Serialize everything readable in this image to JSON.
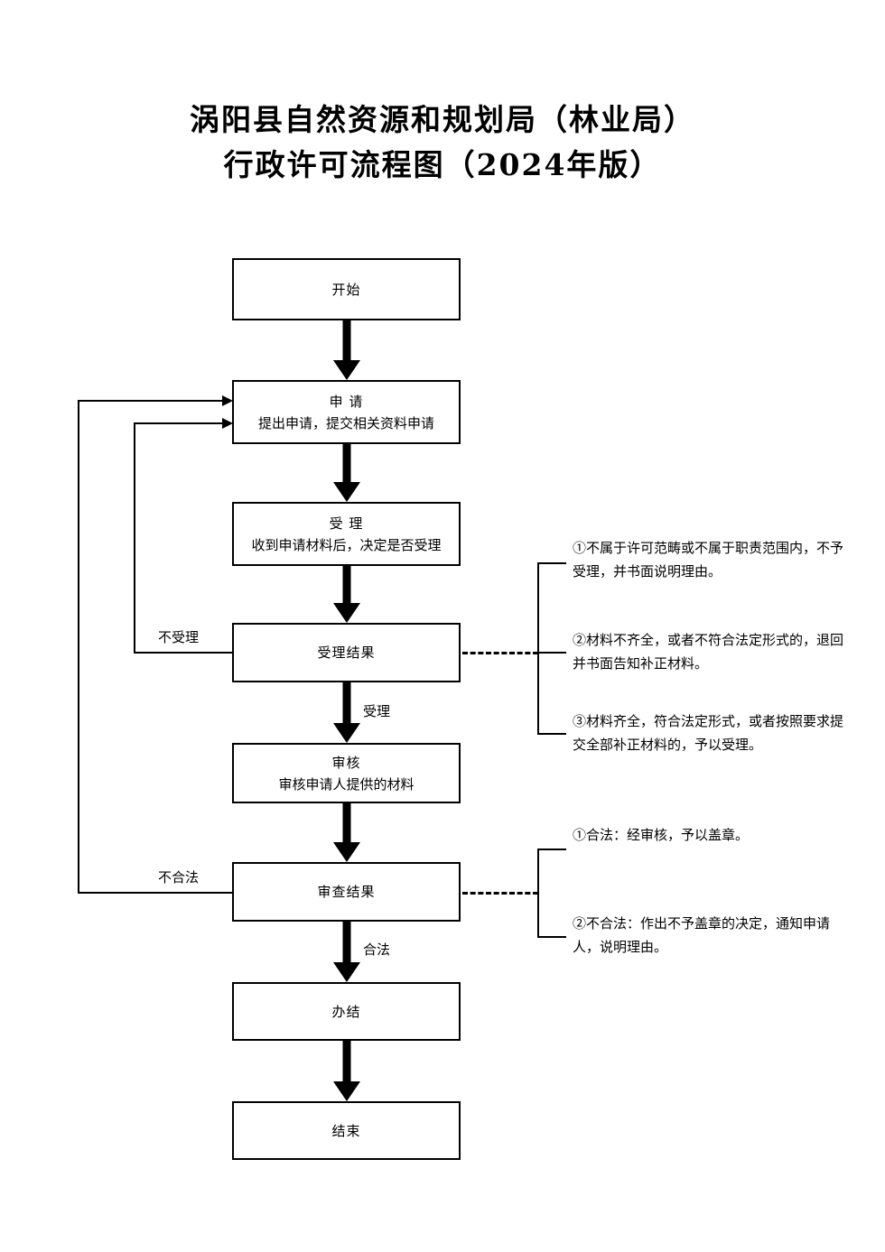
{
  "title": {
    "line1": "涡阳县自然资源和规划局（林业局）",
    "line2": "行政许可流程图（2024年版）"
  },
  "nodes": [
    {
      "id": "start",
      "title": "开始",
      "sub": ""
    },
    {
      "id": "apply",
      "title": "申 请",
      "sub": "提出申请，提交相关资料申请"
    },
    {
      "id": "accept",
      "title": "受 理",
      "sub": "收到申请材料后，决定是否受理"
    },
    {
      "id": "accept_res",
      "title": "受理结果",
      "sub": ""
    },
    {
      "id": "review",
      "title": "审核",
      "sub": "审核申请人提供的材料"
    },
    {
      "id": "review_res",
      "title": "审查结果",
      "sub": ""
    },
    {
      "id": "done",
      "title": "办结",
      "sub": ""
    },
    {
      "id": "end",
      "title": "结束",
      "sub": ""
    }
  ],
  "edge_labels": {
    "not_accepted": "不受理",
    "accepted": "受理",
    "illegal": "不合法",
    "legal": "合法"
  },
  "notes": {
    "accept_result": [
      "①不属于许可范畴或不属于职责范围内，不予受理，并书面说明理由。",
      "②材料不齐全，或者不符合法定形式的，退回并书面告知补正材料。",
      "③材料齐全，符合法定形式，或者按照要求提交全部补正材料的，予以受理。"
    ],
    "review_result": [
      "①合法：经审核，予以盖章。",
      "②不合法：作出不予盖章的决定，通知申请人，说明理由。"
    ]
  },
  "colors": {
    "ink": "#000000",
    "paper": "#ffffff"
  }
}
